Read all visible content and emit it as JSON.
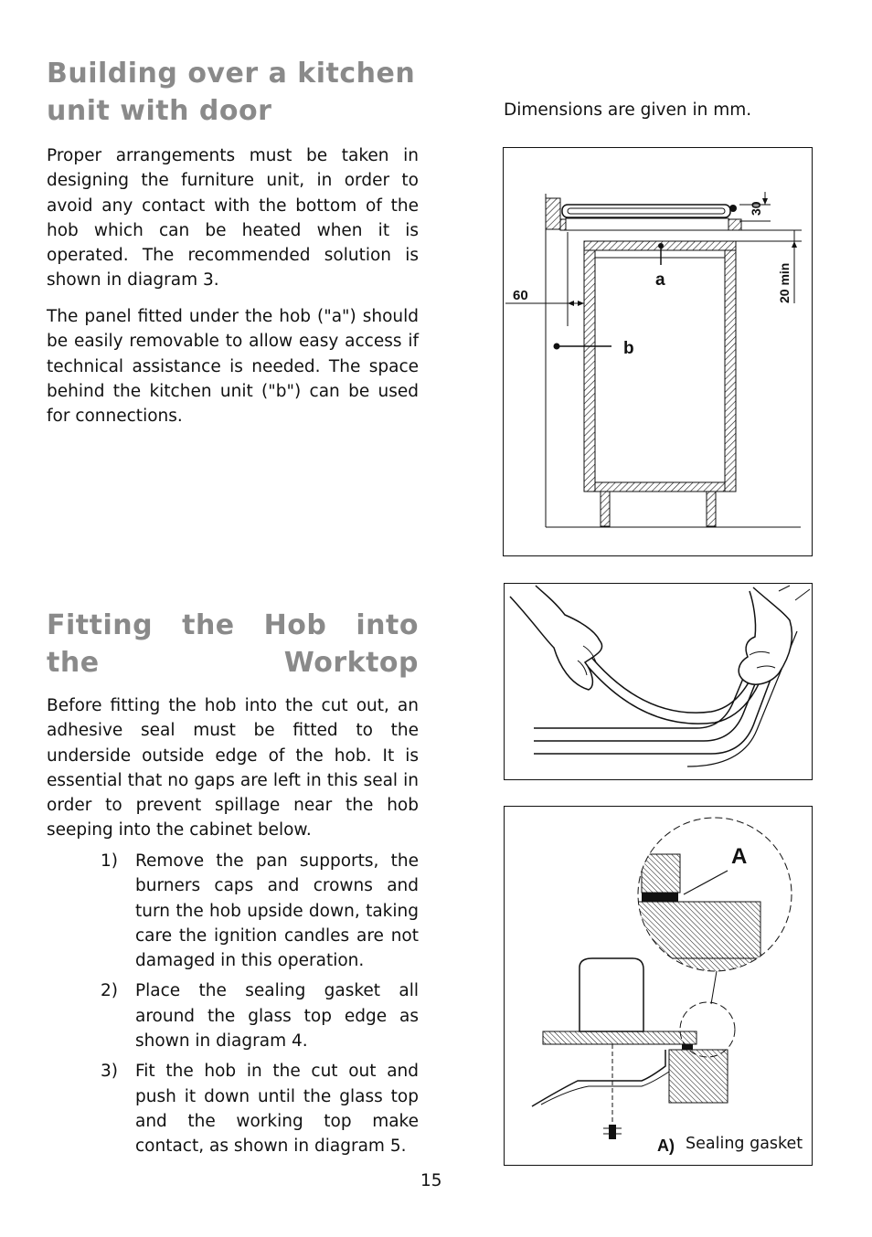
{
  "section1": {
    "title": "Building over a kitchen unit with door",
    "paragraphs": [
      "Proper arrangements must be taken in designing the furniture unit, in order to avoid any contact with the bottom of the hob which can be heated when it is operated. The recommended solution is shown in diagram 3.",
      "The panel fitted under the hob (\"a\") should be easily removable to allow easy access if technical assistance is needed. The space behind the kitchen unit (\"b\") can be used for connections."
    ]
  },
  "dimensions_note": "Dimensions are given in mm.",
  "section2": {
    "title": "Fitting the Hob into the Worktop",
    "intro": "Before fitting the hob into the cut out, an adhesive seal must be fitted to the underside outside edge of the hob. It is essential that no gaps are left in this seal in order to prevent spillage near the hob seeping into the cabinet below.",
    "steps": [
      {
        "num": "1)",
        "text": "Remove the pan supports, the burners caps and crowns and turn the hob upside down, taking care the ignition candles are not damaged in this operation."
      },
      {
        "num": "2)",
        "text": "Place the sealing gasket all around the glass top edge as shown in diagram 4."
      },
      {
        "num": "3)",
        "text": "Fit the hob in the cut out and push it down until the glass top and the working top make contact, as shown in diagram 5."
      }
    ]
  },
  "diagram3": {
    "dim_30": "30",
    "dim_20min": "20 min",
    "dim_60": "60",
    "label_a": "a",
    "label_b": "b"
  },
  "diagram5": {
    "callout": "A",
    "caption_key": "A)",
    "caption_text": "Sealing gasket"
  },
  "page_number": "15"
}
